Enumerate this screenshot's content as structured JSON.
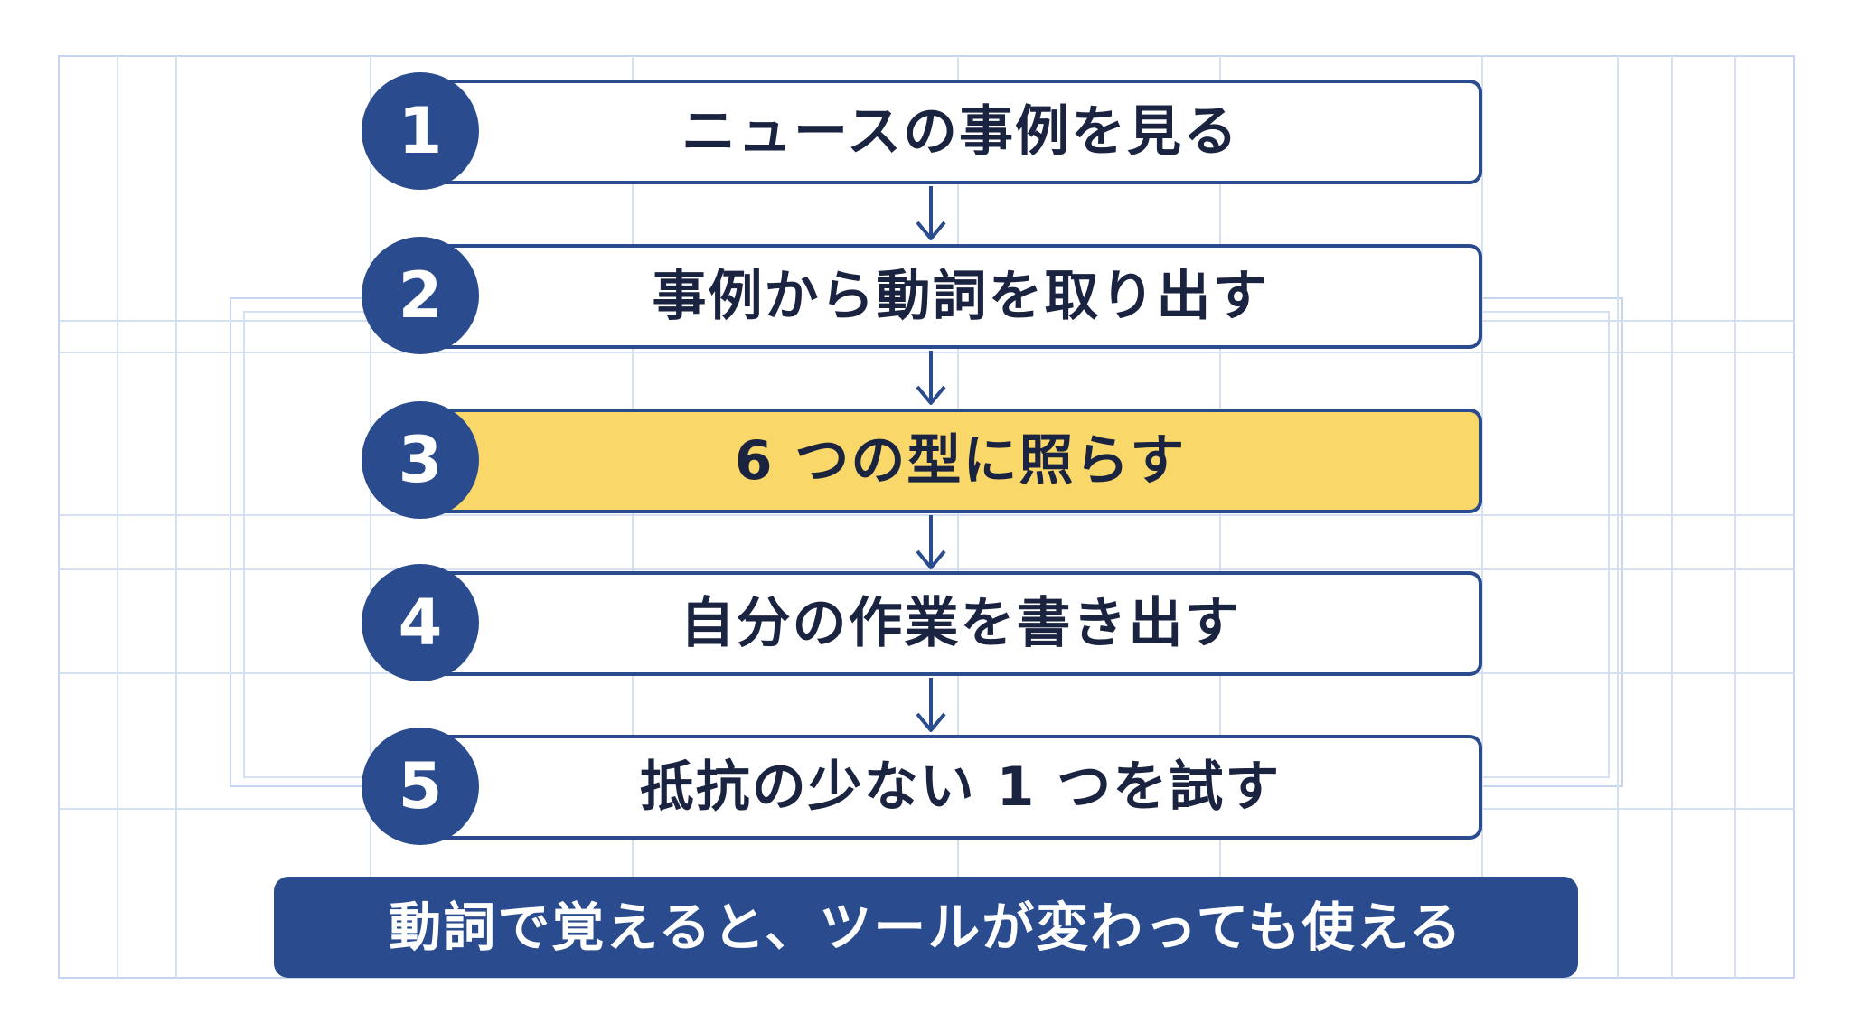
{
  "steps": [
    {
      "number": "1",
      "label": "ニュースの事例を見る",
      "highlight": false
    },
    {
      "number": "2",
      "label": "事例から動詞を取り出す",
      "highlight": false
    },
    {
      "number": "3",
      "label": "6 つの型に照らす",
      "highlight": true
    },
    {
      "number": "4",
      "label": "自分の作業を書き出す",
      "highlight": false
    },
    {
      "number": "5",
      "label": "抵抗の少ない 1 つを試す",
      "highlight": false
    }
  ],
  "footer": {
    "text": "動詞で覚えると、ツールが変わっても使える"
  },
  "colors": {
    "primary": "#2a4b8d",
    "highlight": "#f9d869",
    "text": "#1a2340",
    "grid": "#c7d6ee"
  }
}
